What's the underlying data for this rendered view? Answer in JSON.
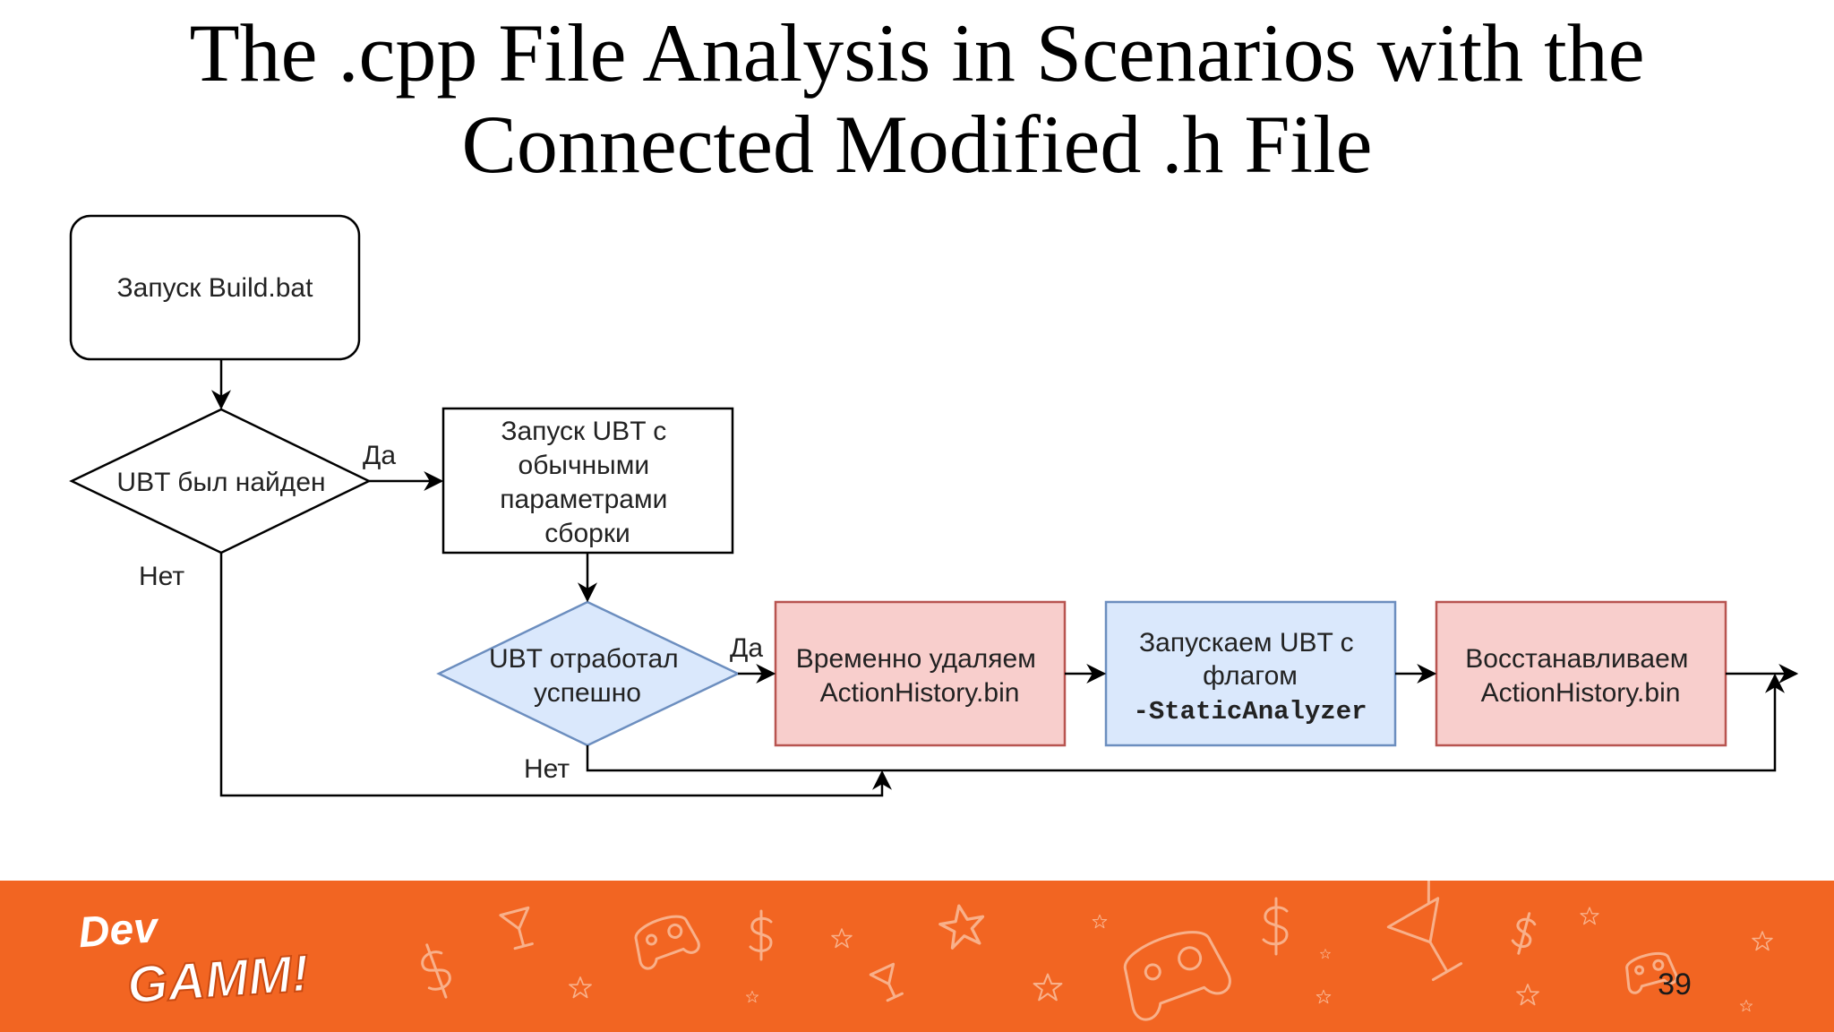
{
  "slide": {
    "title_line1": "The .cpp File Analysis in Scenarios with the",
    "title_line2": "Connected Modified .h File",
    "page_number": "39"
  },
  "diagram": {
    "start": "Запуск Build.bat",
    "decision1": "UBT был найден",
    "yes1": "Да",
    "no1": "Нет",
    "process1": [
      "Запуск UBT с",
      "обычными",
      "параметрами",
      "сборки"
    ],
    "decision2": [
      "UBT отработал",
      "успешно"
    ],
    "yes2": "Да",
    "no2": "Нет",
    "step_remove": [
      "Временно удаляем",
      "ActionHistory.bin"
    ],
    "step_run": [
      "Запускаем UBT с",
      "флагом",
      "-StaticAnalyzer"
    ],
    "step_restore": [
      "Восстанавливаем",
      "ActionHistory.bin"
    ]
  },
  "footer": {
    "logo_top": "Dev",
    "logo_bottom": "GAMM!"
  },
  "colors": {
    "footer_bg": "#f26522",
    "red_fill": "#f8cecc",
    "red_stroke": "#b85450",
    "blue_fill": "#dae8fc",
    "blue_stroke": "#6c8ebf"
  }
}
